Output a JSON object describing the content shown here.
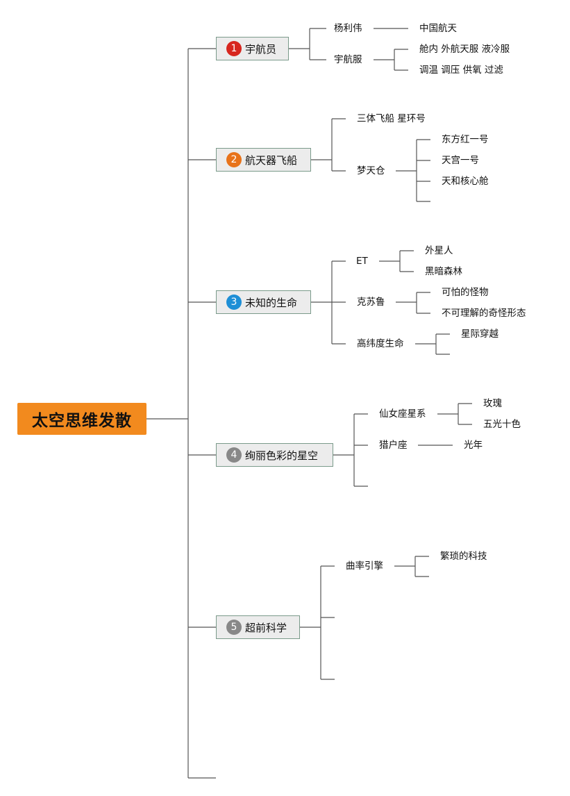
{
  "root": "太空思维发散",
  "colors": {
    "root_bg": "#f28a1e",
    "badge1": "#d7261e",
    "badge2": "#e8731a",
    "badge3": "#1e8fd6",
    "badge4": "#888888",
    "badge5": "#888888"
  },
  "topics": [
    {
      "num": "1",
      "label": "宇航员",
      "children": [
        {
          "label": "杨利伟",
          "children": [
            "中国航天"
          ]
        },
        {
          "label": "宇航服",
          "children": [
            "舱内 外航天服 液冷服",
            "调温 调压 供氧 过滤"
          ]
        }
      ]
    },
    {
      "num": "2",
      "label": "航天器飞船",
      "children": [
        {
          "label": "三体飞船 星环号",
          "children": []
        },
        {
          "label": "梦天仓",
          "children": [
            "东方红一号",
            "天宫一号",
            "天和核心舱"
          ]
        }
      ]
    },
    {
      "num": "3",
      "label": "未知的生命",
      "children": [
        {
          "label": "ET",
          "children": [
            "外星人",
            "黑暗森林"
          ]
        },
        {
          "label": "克苏鲁",
          "children": [
            "可怕的怪物",
            "不可理解的奇怪形态"
          ]
        },
        {
          "label": "高纬度生命",
          "children": [
            "星际穿越"
          ]
        }
      ]
    },
    {
      "num": "4",
      "label": "绚丽色彩的星空",
      "children": [
        {
          "label": "仙女座星系",
          "children": [
            "玫瑰",
            "五光十色"
          ]
        },
        {
          "label": "猎户座",
          "children": [
            "光年"
          ]
        }
      ]
    },
    {
      "num": "5",
      "label": "超前科学",
      "children": [
        {
          "label": "曲率引擎",
          "children": [
            "繁琐的科技"
          ]
        }
      ]
    }
  ]
}
